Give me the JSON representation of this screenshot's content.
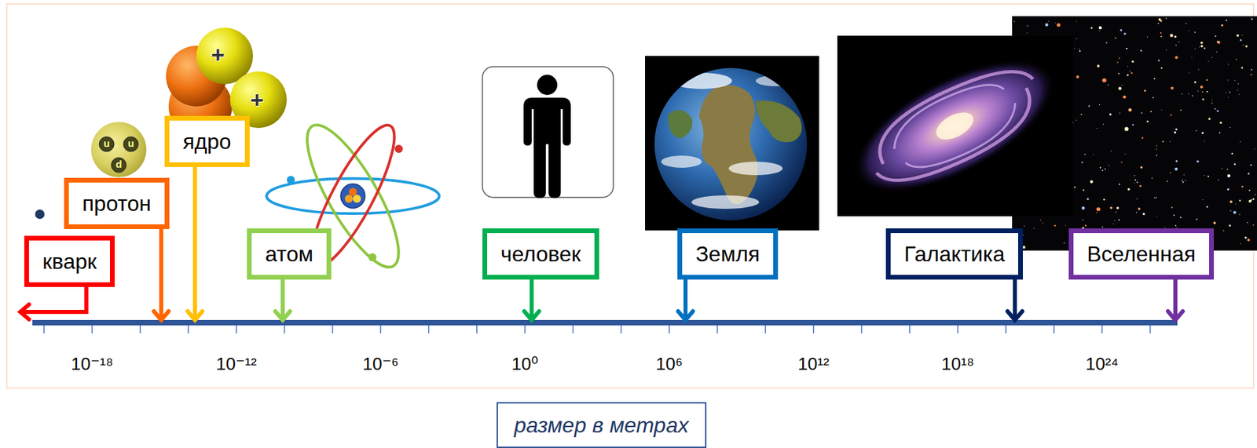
{
  "diagram": {
    "caption": "размер в метрах",
    "nodes": [
      {
        "text": [
          "кварк"
        ]
      },
      {
        "text": [
          "протон"
        ]
      },
      {
        "text": [
          "ядро"
        ]
      },
      {
        "text": [
          "атом"
        ]
      },
      {
        "text": [
          "человек"
        ]
      },
      {
        "text": [
          "Земля"
        ]
      },
      {
        "text": [
          "Галактика"
        ]
      },
      {
        "text": [
          "Вселенная"
        ]
      }
    ],
    "labels": [
      "10⁻¹⁸",
      "10⁻¹²",
      "10⁻⁶",
      "10⁰",
      "10⁶",
      "10¹²",
      "10¹⁸",
      "10²⁴",
      "u",
      "u",
      "d",
      "+",
      "+"
    ]
  }
}
